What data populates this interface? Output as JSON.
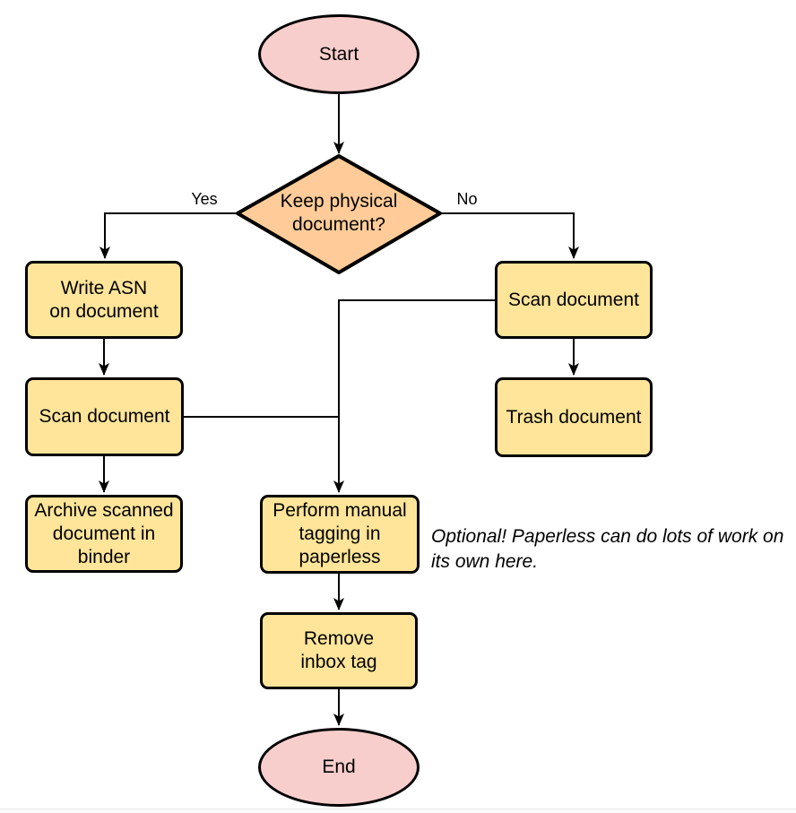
{
  "diagram": {
    "type": "flowchart",
    "nodes": {
      "start": {
        "label": "Start",
        "shape": "terminator",
        "fill": "#f8cecc"
      },
      "decision": {
        "label": "Keep physical\ndocument?",
        "shape": "decision",
        "fill": "#ffcc99"
      },
      "write_asn": {
        "label": "Write ASN\non document",
        "shape": "process",
        "fill": "#ffe599"
      },
      "scan_left": {
        "label": "Scan document",
        "shape": "process",
        "fill": "#ffe599"
      },
      "archive": {
        "label": "Archive scanned\ndocument in\nbinder",
        "shape": "process",
        "fill": "#ffe599"
      },
      "scan_right": {
        "label": "Scan document",
        "shape": "process",
        "fill": "#ffe599"
      },
      "trash": {
        "label": "Trash document",
        "shape": "process",
        "fill": "#ffe599"
      },
      "tagging": {
        "label": "Perform manual\ntagging in\npaperless",
        "shape": "process",
        "fill": "#ffe599"
      },
      "remove_inbox": {
        "label": "Remove\ninbox tag",
        "shape": "process",
        "fill": "#ffe599"
      },
      "end": {
        "label": "End",
        "shape": "terminator",
        "fill": "#f8cecc"
      }
    },
    "edge_labels": {
      "yes": "Yes",
      "no": "No"
    },
    "edges": [
      {
        "from": "start",
        "to": "decision"
      },
      {
        "from": "decision",
        "to": "write_asn",
        "label": "Yes"
      },
      {
        "from": "decision",
        "to": "scan_right",
        "label": "No"
      },
      {
        "from": "write_asn",
        "to": "scan_left"
      },
      {
        "from": "scan_left",
        "to": "archive"
      },
      {
        "from": "scan_left",
        "to": "tagging"
      },
      {
        "from": "scan_right",
        "to": "trash"
      },
      {
        "from": "scan_right",
        "to": "tagging"
      },
      {
        "from": "tagging",
        "to": "remove_inbox"
      },
      {
        "from": "remove_inbox",
        "to": "end"
      }
    ],
    "annotation": "Optional! Paperless can do lots of work on\nits own here.",
    "colors": {
      "terminator_fill": "#f8cecc",
      "decision_fill": "#ffcc99",
      "process_fill": "#ffe599",
      "stroke": "#000000",
      "background": "#ffffff"
    }
  }
}
